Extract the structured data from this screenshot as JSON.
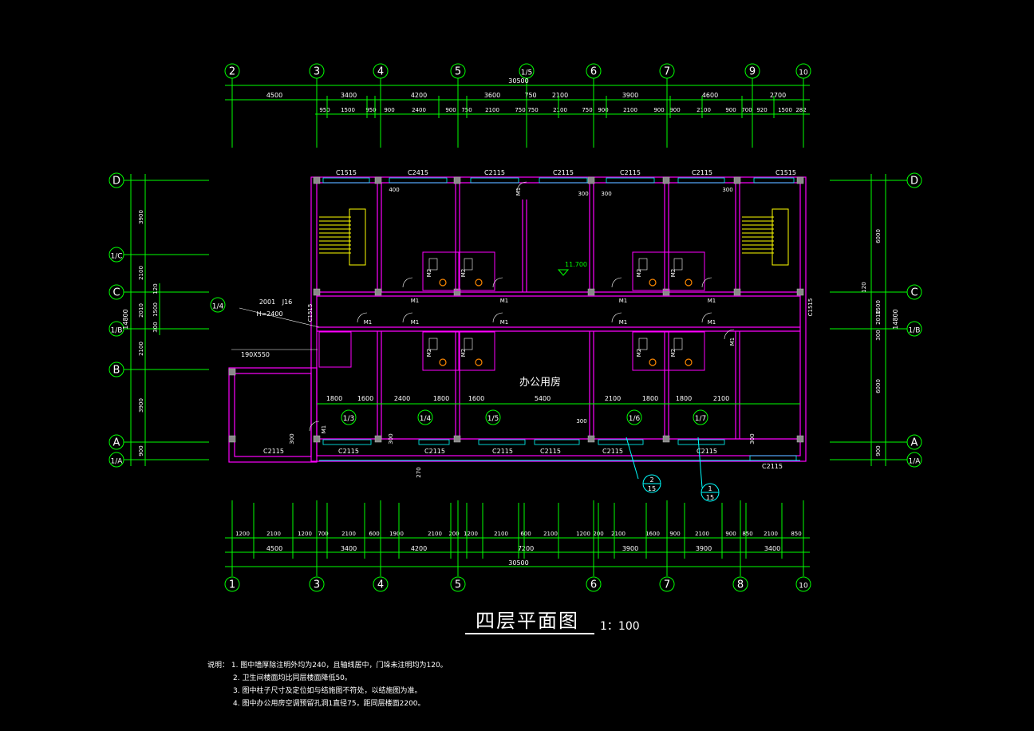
{
  "drawing": {
    "title": "四层平面图",
    "scale": "1：100",
    "room_label": "办公用房",
    "elevation": "11.700",
    "colors": {
      "background": "#000000",
      "wall": "#ff00ff",
      "dim": "#00ff00",
      "grid": "#ffffff",
      "window": "#00ffff",
      "stair": "#ffff00",
      "fixture": "#ff8800"
    }
  },
  "axes": {
    "top": [
      "2",
      "3",
      "4",
      "5",
      "1/5",
      "6",
      "7",
      "9",
      "10"
    ],
    "bottom": [
      "1",
      "3",
      "4",
      "5",
      "6",
      "7",
      "8",
      "10"
    ],
    "left": [
      "D",
      "1/C",
      "C",
      "1/B",
      "B",
      "A",
      "1/A"
    ],
    "right": [
      "D",
      "C",
      "1/B",
      "A",
      "1/A"
    ],
    "extra": "1/4"
  },
  "dims": {
    "top_total": "30500",
    "top_row1": [
      "4500",
      "3400",
      "4200",
      "3600",
      "750",
      "2100",
      "3900",
      "4600",
      "2700"
    ],
    "top_row2": [
      "950",
      "1500",
      "950",
      "900",
      "2400",
      "900",
      "750",
      "2100",
      "750",
      "750",
      "2100",
      "750",
      "900",
      "2100",
      "900",
      "900",
      "2100",
      "900",
      "700",
      "920",
      "1500",
      "282"
    ],
    "bottom_row1": [
      "1200",
      "2100",
      "1200",
      "700",
      "2100",
      "600",
      "1900",
      "2100",
      "200",
      "1200",
      "2100",
      "600",
      "2100",
      "1200",
      "200",
      "2100",
      "1600",
      "900",
      "2100",
      "900",
      "850",
      "2100",
      "850"
    ],
    "bottom_row2": [
      "4500",
      "3400",
      "4200",
      "7200",
      "3900",
      "3900",
      "3400"
    ],
    "bottom_total": "30500",
    "left_outer": "14800",
    "left_inner": [
      "3900",
      "2100",
      "2010",
      "2100",
      "3900",
      "900"
    ],
    "left_small": [
      "120",
      "1500",
      "300"
    ],
    "right_outer": "14800",
    "right_inner": [
      "6000",
      "1500",
      "2010",
      "300",
      "6000",
      "900"
    ],
    "right_small": "120",
    "interior": [
      "1800",
      "1600",
      "2400",
      "1800",
      "1600",
      "5400",
      "2100",
      "1800",
      "1800",
      "2100"
    ],
    "corridor_axes": [
      "1/3",
      "1/4",
      "1/5",
      "1/6",
      "1/7"
    ]
  },
  "labels": {
    "windows_top": [
      "C1515",
      "C2415",
      "C2115",
      "C2115",
      "C2115",
      "C2115",
      "C1515"
    ],
    "windows_bottom": [
      "C2115",
      "C2115",
      "C2115",
      "C2115",
      "C2115",
      "C2115",
      "C2115",
      "C2115"
    ],
    "window_side": [
      "C1515",
      "C1515"
    ],
    "doors": [
      "M1",
      "M1",
      "M1",
      "M1",
      "M1",
      "M1",
      "M1",
      "M1",
      "M1",
      "M1",
      "M1",
      "M1"
    ],
    "toilet": [
      "M2",
      "M2",
      "M2",
      "M2",
      "M2",
      "M2",
      "M2",
      "M2"
    ],
    "misc": [
      "400",
      "300",
      "300",
      "300",
      "300",
      "300",
      "300",
      "300",
      "300",
      "270",
      "J16",
      "2001",
      "H=2400",
      "190X550",
      "1/4"
    ],
    "details": [
      {
        "num": "2",
        "sheet": "15"
      },
      {
        "num": "1",
        "sheet": "15"
      }
    ]
  },
  "notes": [
    "说明： 1. 图中墙厚除注明外均为240，且轴线居中，门垛未注明均为120。",
    "2. 卫生间楼面均比同层楼面降低50。",
    "3. 图中柱子尺寸及定位如与结施图不符处，以结施图为准。",
    "4. 图中办公用房空调预留孔洞1直径75，距同层楼面2200。"
  ]
}
